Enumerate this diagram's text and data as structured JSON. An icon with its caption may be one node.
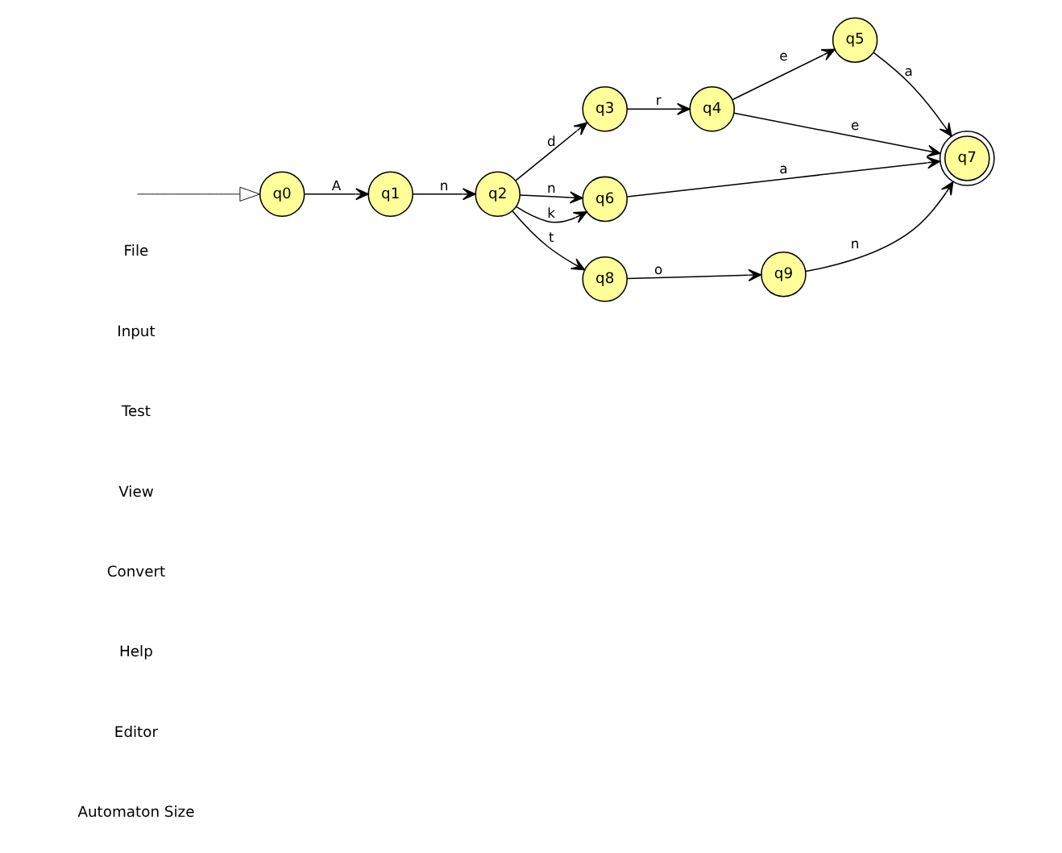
{
  "diagram": {
    "nodes": [
      {
        "text": [
          "q0"
        ]
      },
      {
        "text": [
          "q1"
        ]
      },
      {
        "text": [
          "q2"
        ]
      },
      {
        "text": [
          "q3"
        ]
      },
      {
        "text": [
          "q4"
        ]
      },
      {
        "text": [
          "q5"
        ]
      },
      {
        "text": [
          "q6"
        ]
      },
      {
        "text": [
          "q7"
        ]
      },
      {
        "text": [
          "q8"
        ]
      },
      {
        "text": [
          "q9"
        ]
      }
    ],
    "edges": [
      {
        "from": null,
        "to": 0,
        "arrow": "to"
      },
      {
        "from": 0,
        "to": 1,
        "arrow": "to",
        "label": "A"
      },
      {
        "from": 1,
        "to": 2,
        "arrow": "to",
        "label": "n"
      },
      {
        "from": 2,
        "to": 3,
        "arrow": "to",
        "label": "d"
      },
      {
        "from": 2,
        "to": 6,
        "arrow": "to",
        "label": "n"
      },
      {
        "from": 2,
        "to": 6,
        "arrow": "to",
        "label": "k"
      },
      {
        "from": 2,
        "to": 8,
        "arrow": "to",
        "label": "t"
      },
      {
        "from": 3,
        "to": 4,
        "arrow": "to",
        "label": "r"
      },
      {
        "from": 4,
        "to": 5,
        "arrow": "to",
        "label": "e"
      },
      {
        "from": 4,
        "to": 7,
        "arrow": "to",
        "label": "e"
      },
      {
        "from": 5,
        "to": 7,
        "arrow": "to",
        "label": "a"
      },
      {
        "from": 6,
        "to": 7,
        "arrow": "to",
        "label": "a"
      },
      {
        "from": 8,
        "to": 9,
        "arrow": "to",
        "label": "o"
      },
      {
        "from": 9,
        "to": 7,
        "arrow": "to",
        "label": "n"
      }
    ],
    "labels": [
      "File",
      "Input",
      "Test",
      "View",
      "Convert",
      "Help",
      "Editor",
      "Automaton Size"
    ]
  }
}
